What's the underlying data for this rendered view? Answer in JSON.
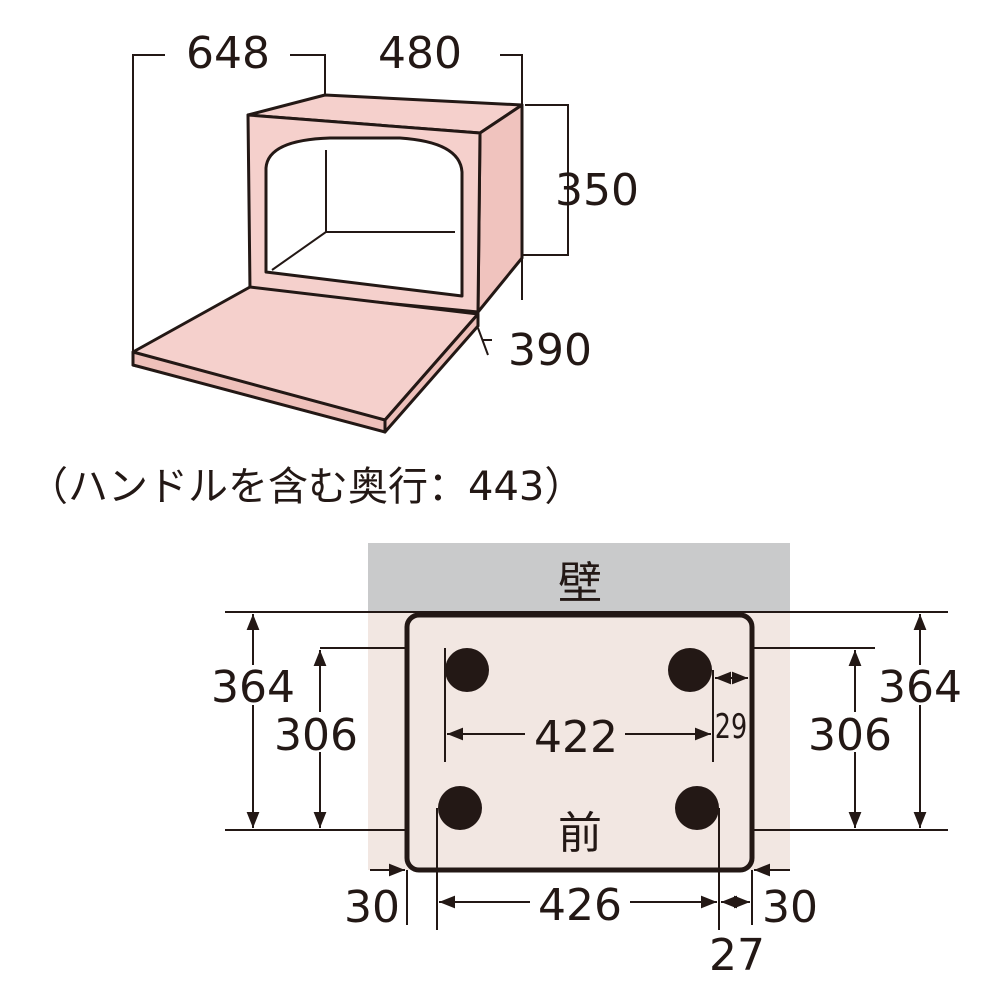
{
  "top_view": {
    "width_total": "648",
    "width_body": "480",
    "height": "350",
    "depth": "390",
    "caption": "（ハンドルを含む奥行：443）"
  },
  "floor_plan": {
    "wall_label": "壁",
    "front_label": "前",
    "depth_outer_left": "364",
    "depth_feet_left": "306",
    "depth_outer_right": "364",
    "depth_feet_right": "306",
    "feet_span_back": "422",
    "back_foot_offset": "29",
    "side_clearance_left": "30",
    "feet_span_front": "426",
    "side_clearance_right": "30",
    "front_foot_offset": "27"
  },
  "colors": {
    "body": "#f5d0cc",
    "wall": "#c9cacb",
    "floor": "#f2e7e2",
    "line": "#231815"
  }
}
